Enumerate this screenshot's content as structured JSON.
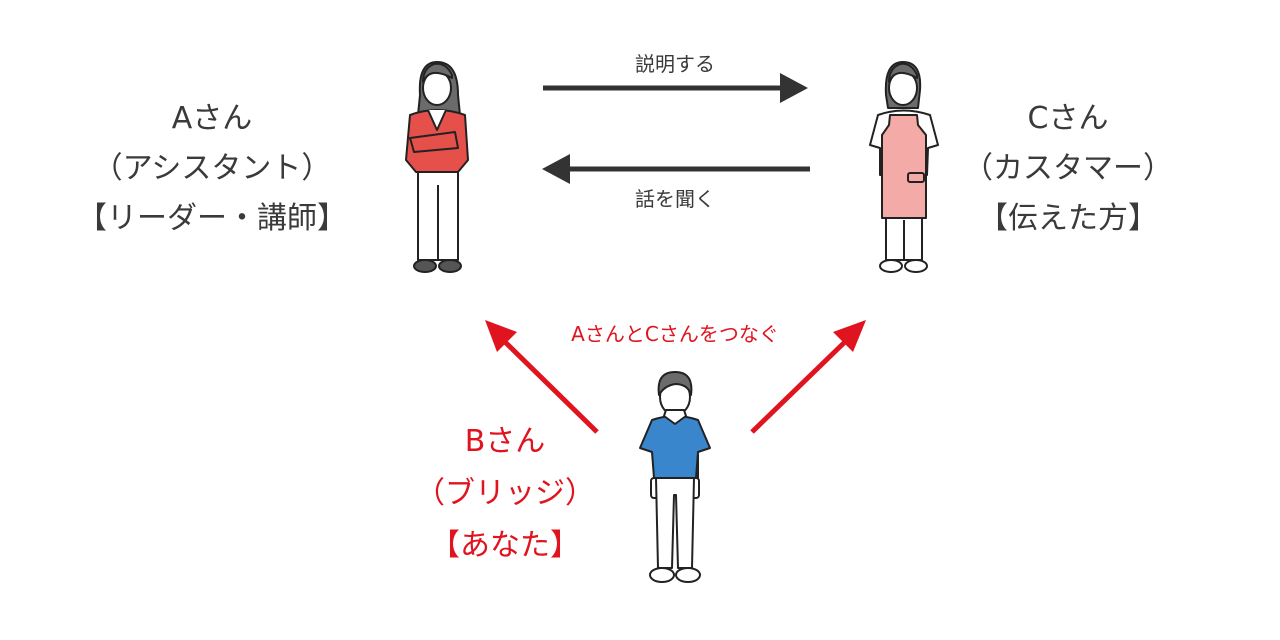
{
  "persons": {
    "a": {
      "name": "Aさん",
      "role": "（アシスタント）",
      "title": "【リーダー・講師】"
    },
    "b": {
      "name": "Bさん",
      "role": "（ブリッジ）",
      "title": "【あなた】"
    },
    "c": {
      "name": "Cさん",
      "role": "（カスタマー）",
      "title": "【伝えた方】"
    }
  },
  "arrows": {
    "a_to_c": "説明する",
    "c_to_a": "話を聞く",
    "b_connect": "AさんとCさんをつなぐ"
  },
  "colors": {
    "dark": "#3a3a3a",
    "red": "#e0141e",
    "jacket": "#e5504a",
    "apron": "#f4aaa6",
    "shirt": "#3a86cc"
  }
}
